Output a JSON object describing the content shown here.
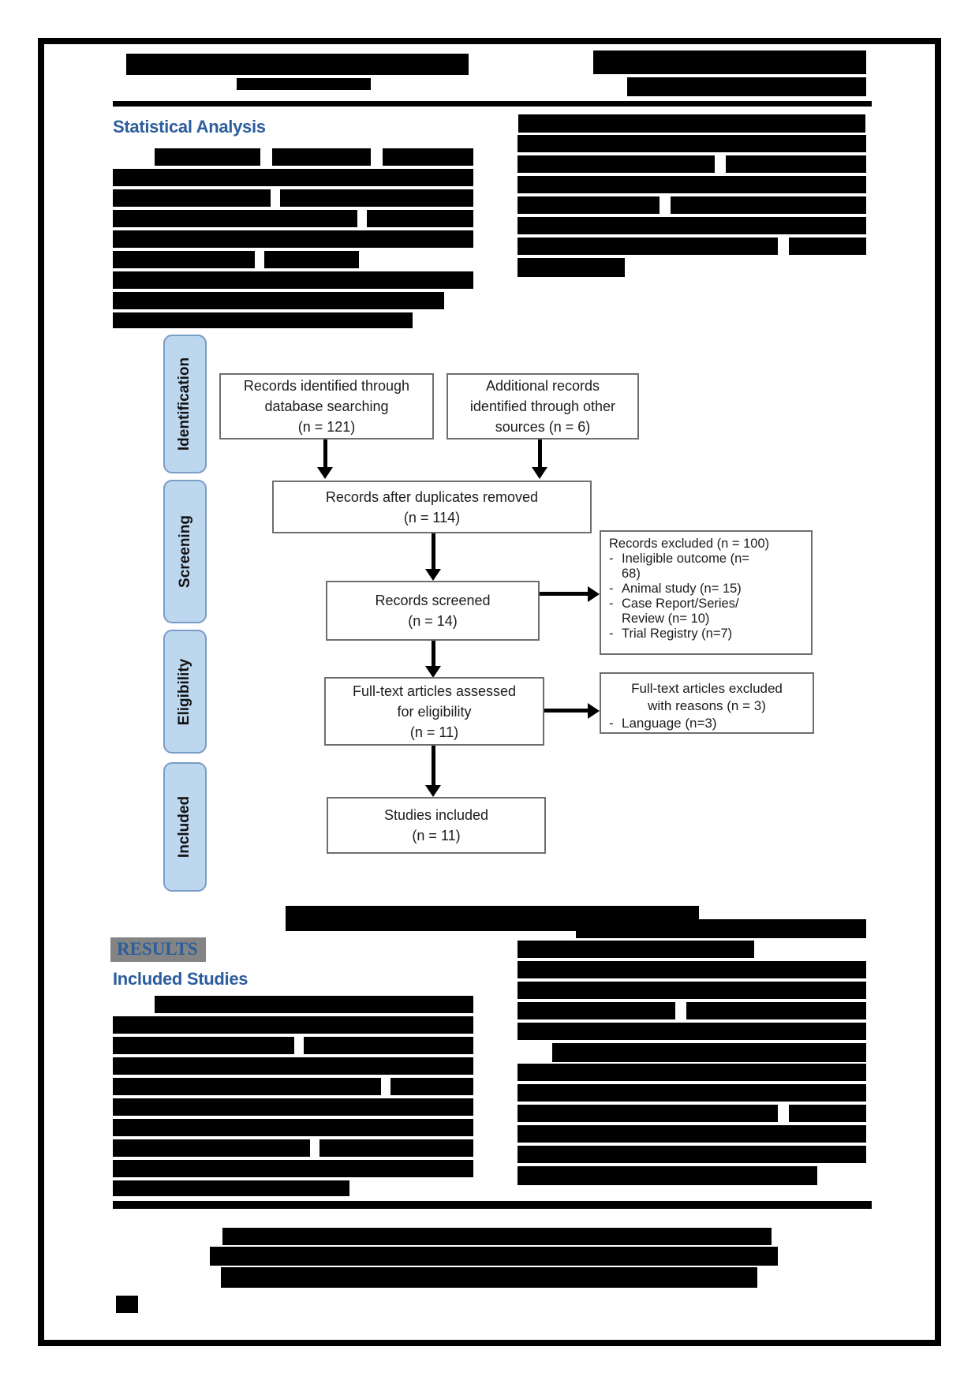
{
  "headings": {
    "statistical_analysis": "Statistical Analysis",
    "results": "RESULTS",
    "included_studies": "Included Studies"
  },
  "flow_diagram": {
    "stage_labels": [
      "Identification",
      "Screening",
      "Eligibility",
      "Included"
    ],
    "boxes": {
      "identified": "Records identified through\ndatabase searching\n(n = 121)",
      "additional": "Additional records\nidentified through other\nsources (n = 6)",
      "after_duplicates": "Records after duplicates removed\n(n = 114)",
      "screened": "Records screened\n(n = 14)",
      "records_excluded": {
        "title": "Records excluded (n = 100)",
        "items": [
          "Ineligible outcome (n=\n68)",
          "Animal study (n= 15)",
          "Case Report/Series/\nReview (n= 10)",
          "Trial Registry (n=7)"
        ]
      },
      "fulltext_assessed": "Full-text articles assessed\nfor eligibility\n(n = 11)",
      "fulltext_excluded": {
        "title": "Full-text articles excluded\nwith reasons (n = 3)",
        "items": [
          "Language (n=3)"
        ]
      },
      "studies_included": "Studies included\n(n = 11)"
    },
    "colors": {
      "stage_fill": "#bdd7ee",
      "stage_border": "#7a9cc6",
      "box_border": "#6e6e6e",
      "arrow": "#000000"
    }
  },
  "colors": {
    "heading_blue": "#2c5d9d",
    "results_highlight": "#848484"
  }
}
